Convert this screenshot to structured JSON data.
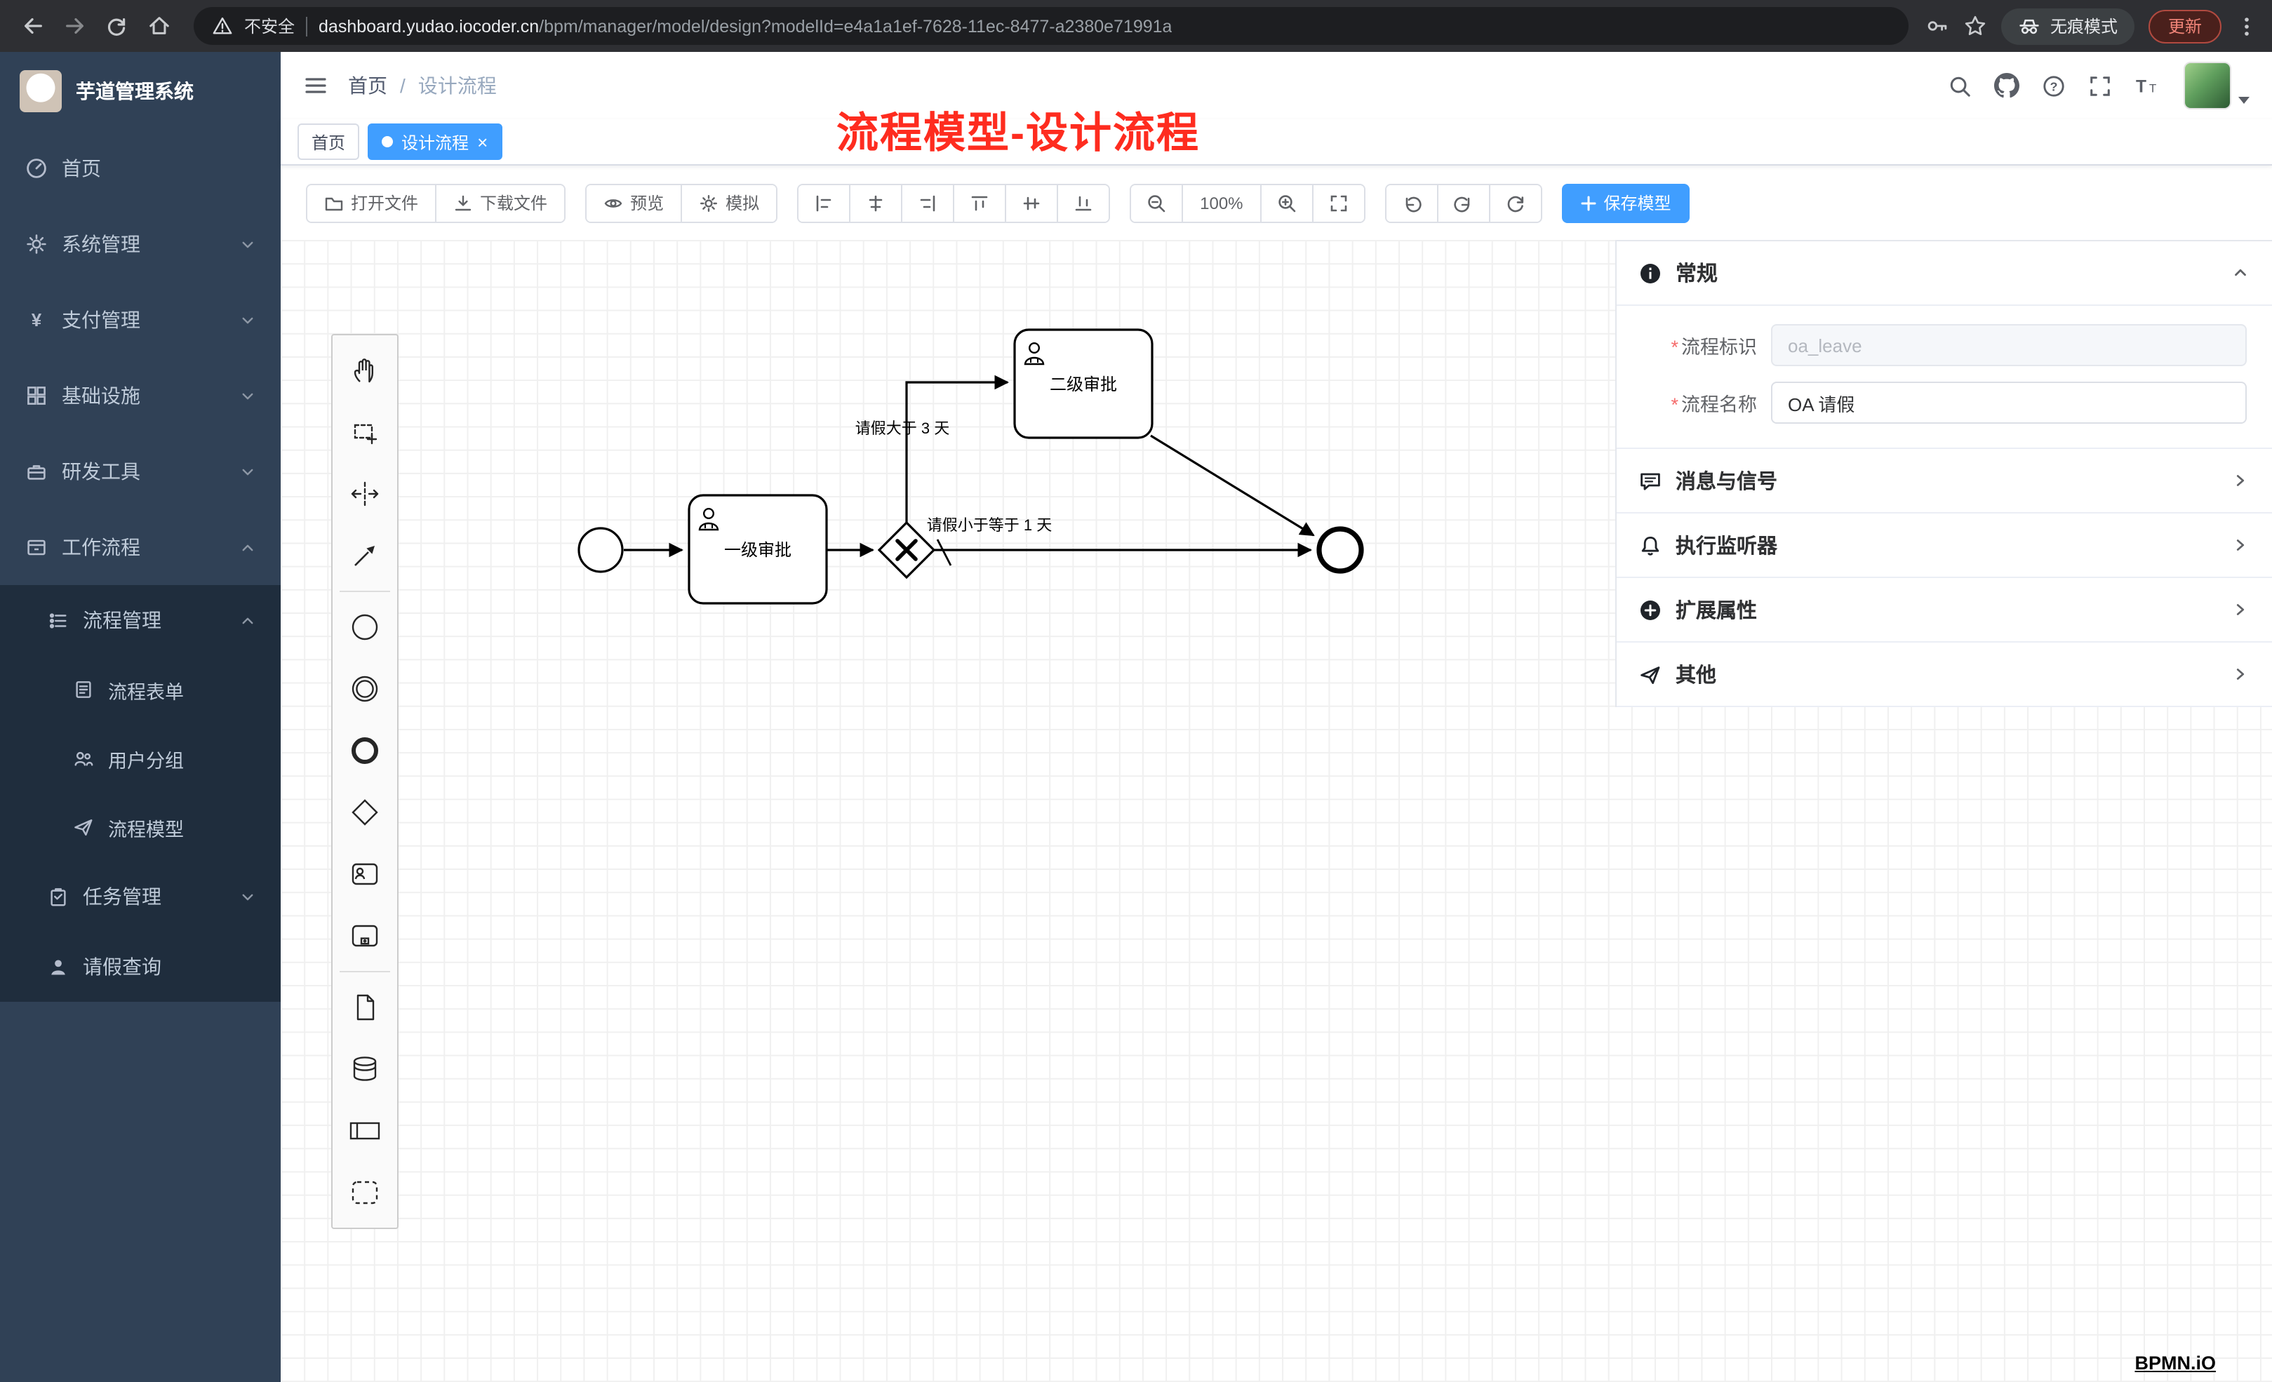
{
  "browser": {
    "security_label": "不安全",
    "url_host": "dashboard.yudao.iocoder.cn",
    "url_path": "/bpm/manager/model/design?modelId=e4a1a1ef-7628-11ec-8477-a2380e71991a",
    "incognito_label": "无痕模式",
    "update_label": "更新"
  },
  "sidebar": {
    "logo_title": "芋道管理系统",
    "items": [
      {
        "label": "首页"
      },
      {
        "label": "系统管理"
      },
      {
        "label": "支付管理"
      },
      {
        "label": "基础设施"
      },
      {
        "label": "研发工具"
      },
      {
        "label": "工作流程"
      }
    ],
    "submenu": {
      "process_mgmt": "流程管理",
      "children": [
        {
          "label": "流程表单"
        },
        {
          "label": "用户分组"
        },
        {
          "label": "流程模型"
        }
      ],
      "task_mgmt": "任务管理",
      "leave_query": "请假查询"
    }
  },
  "header": {
    "breadcrumb_home": "首页",
    "breadcrumb_sep": "/",
    "breadcrumb_current": "设计流程",
    "annotation": "流程模型-设计流程"
  },
  "tabs": {
    "home": "首页",
    "design": "设计流程",
    "close_glyph": "×"
  },
  "toolbar": {
    "open_file": "打开文件",
    "download_file": "下载文件",
    "preview": "预览",
    "simulate": "模拟",
    "zoom_level": "100%",
    "save_model": "保存模型"
  },
  "diagram": {
    "task1": "一级审批",
    "task2": "二级审批",
    "flow_gt3": "请假大于 3 天",
    "flow_le1": "请假小于等于 1 天"
  },
  "properties": {
    "required_mark": "*",
    "general_title": "常规",
    "field_key_label": "流程标识",
    "field_key_value": "oa_leave",
    "field_name_label": "流程名称",
    "field_name_value": "OA 请假",
    "section_message": "消息与信号",
    "section_listener": "执行监听器",
    "section_ext": "扩展属性",
    "section_other": "其他"
  },
  "watermark": "BPMN.iO",
  "icons": {
    "palette": [
      "hand-tool",
      "lasso-tool",
      "space-tool",
      "global-connect-tool",
      "start-event",
      "intermediate-event",
      "end-event",
      "exclusive-gateway",
      "user-task",
      "subprocess",
      "data-object",
      "data-store",
      "participant-pool",
      "group"
    ],
    "align_group": [
      "align-left",
      "align-center-horizontal",
      "align-right",
      "align-top",
      "align-middle",
      "align-bottom"
    ],
    "colors": {
      "primary": "#409eff",
      "annotation_red": "#fe2c1f",
      "sidebar_bg": "#304156",
      "submenu_bg": "#1f2d3d"
    }
  }
}
